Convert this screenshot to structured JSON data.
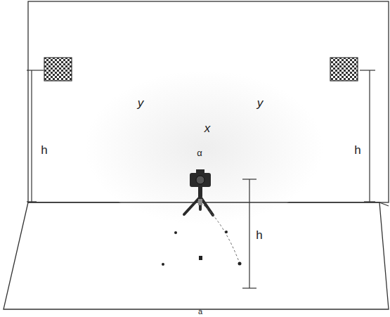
{
  "diagram": {
    "labels": [
      "y",
      "y",
      "x",
      "α",
      "h",
      "h",
      "h",
      "a"
    ]
  }
}
